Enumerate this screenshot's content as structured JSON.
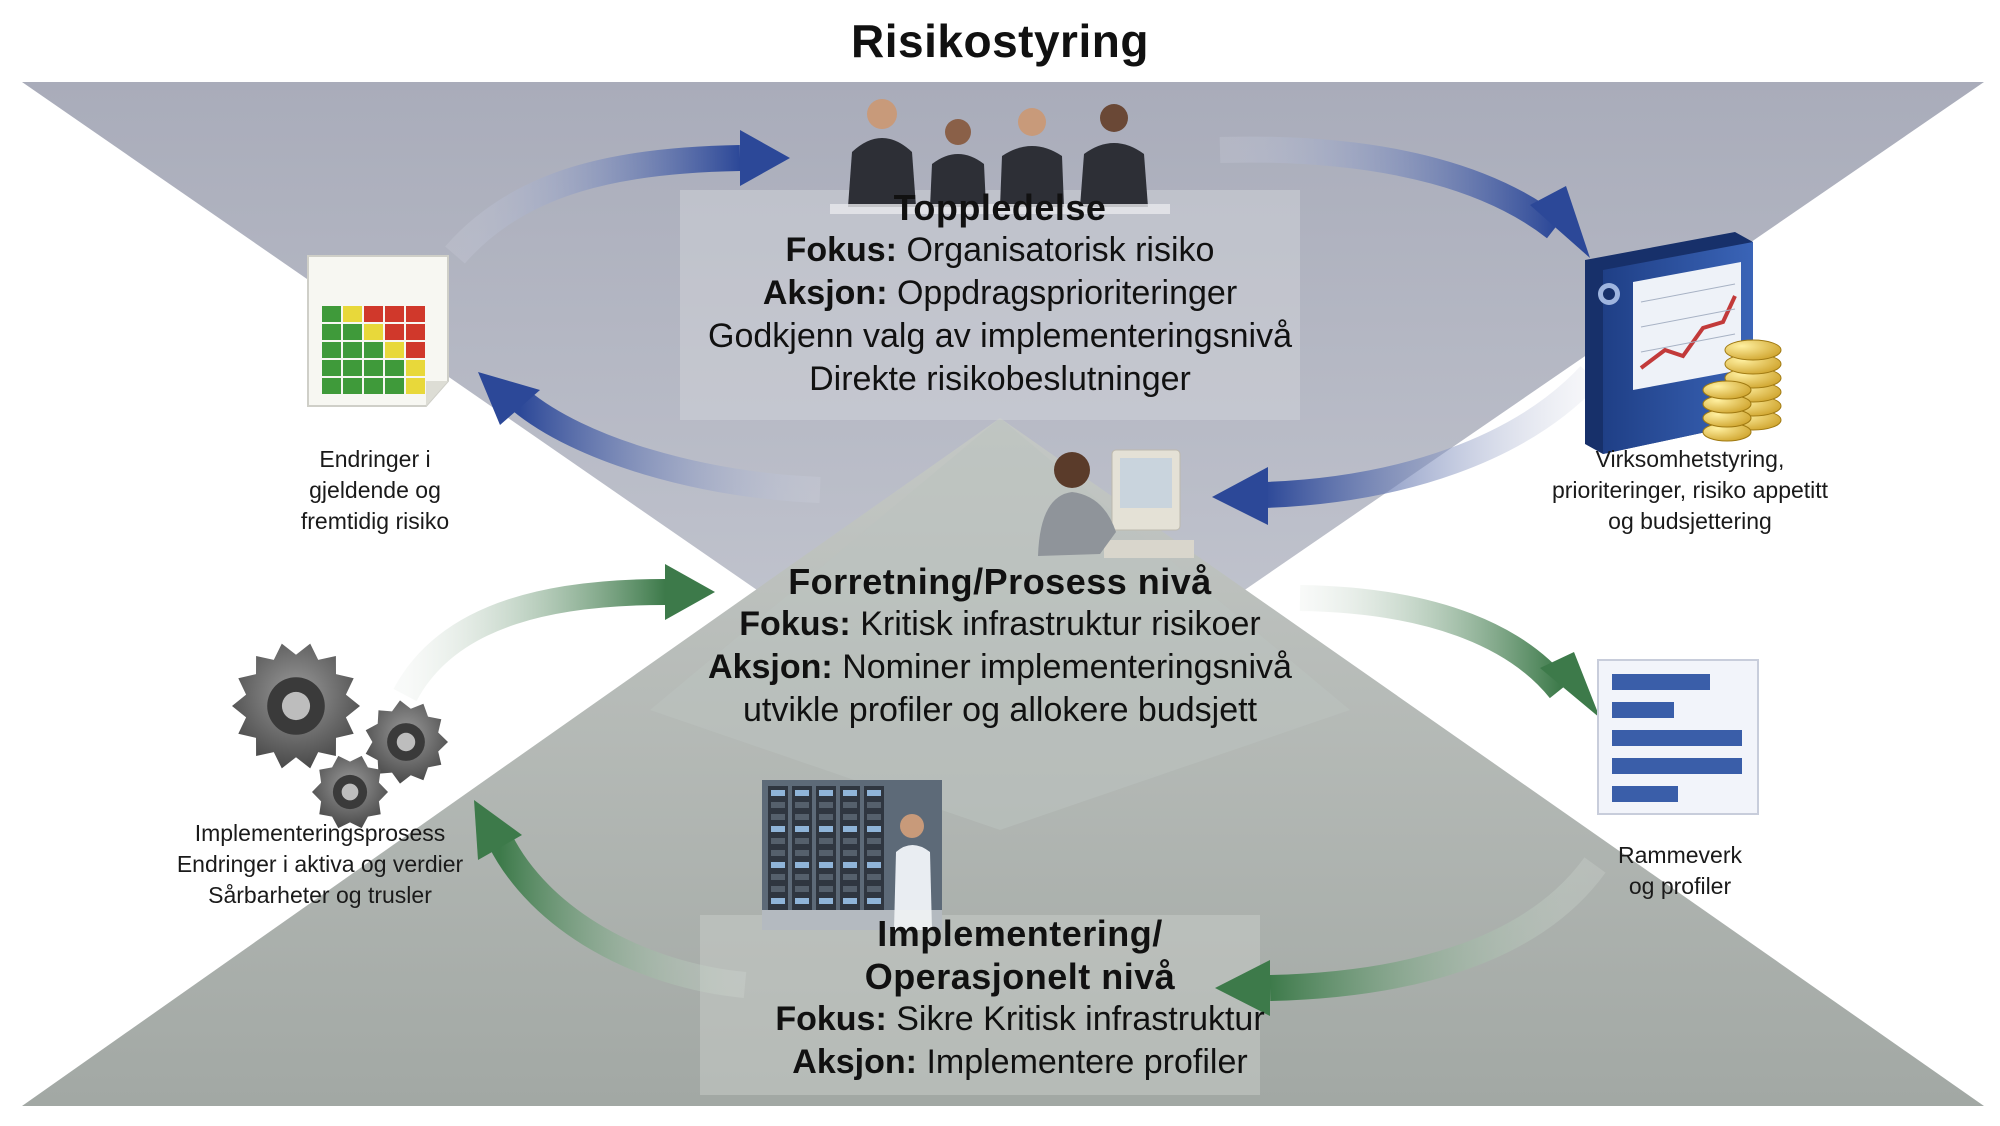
{
  "title": "Risikostyring",
  "top_level": {
    "heading": "Toppledelse",
    "focus_label": "Fokus:",
    "focus_text": "Organisatorisk risiko",
    "action_label": "Aksjon:",
    "action_text": "Oppdragsprioriteringer",
    "line3": "Godkjenn valg av implementeringsnivå",
    "line4": "Direkte risikobeslutninger"
  },
  "middle_level": {
    "heading": "Forretning/Prosess nivå",
    "focus_label": "Fokus:",
    "focus_text": "Kritisk infrastruktur risikoer",
    "action_label": "Aksjon:",
    "action_text": "Nominer implementeringsnivå",
    "line3": "utvikle profiler og allokere budsjett"
  },
  "bottom_level": {
    "heading_line1": "Implementering/",
    "heading_line2": "Operasjonelt nivå",
    "focus_label": "Fokus:",
    "focus_text": "Sikre Kritisk infrastruktur",
    "action_label": "Aksjon:",
    "action_text": "Implementere profiler"
  },
  "captions": {
    "risk_changes": [
      "Endringer i",
      "gjeldende og",
      "fremtidig risiko"
    ],
    "governance": [
      "Virksomhetstyring,",
      "prioriteringer, risiko appetitt",
      "og budsjettering"
    ],
    "implementation": [
      "Implementeringsprosess",
      "Endringer i aktiva og verdier",
      "Sårbarheter og trusler"
    ],
    "framework": [
      "Rammeverk",
      "og profiler"
    ]
  },
  "colors": {
    "top_band": "#b3b6c2",
    "bottom_band": "#a9afab",
    "blue_arrow": "#2e4a9e",
    "green_arrow": "#3f7a4d"
  },
  "icons": {
    "executives": "business-meeting-icon",
    "risk_matrix": "risk-heatmap-document-icon",
    "binder": "finance-binder-icon",
    "analyst": "person-at-computer-icon",
    "gears": "gears-icon",
    "servers": "server-room-icon",
    "framework": "framework-document-icon"
  }
}
